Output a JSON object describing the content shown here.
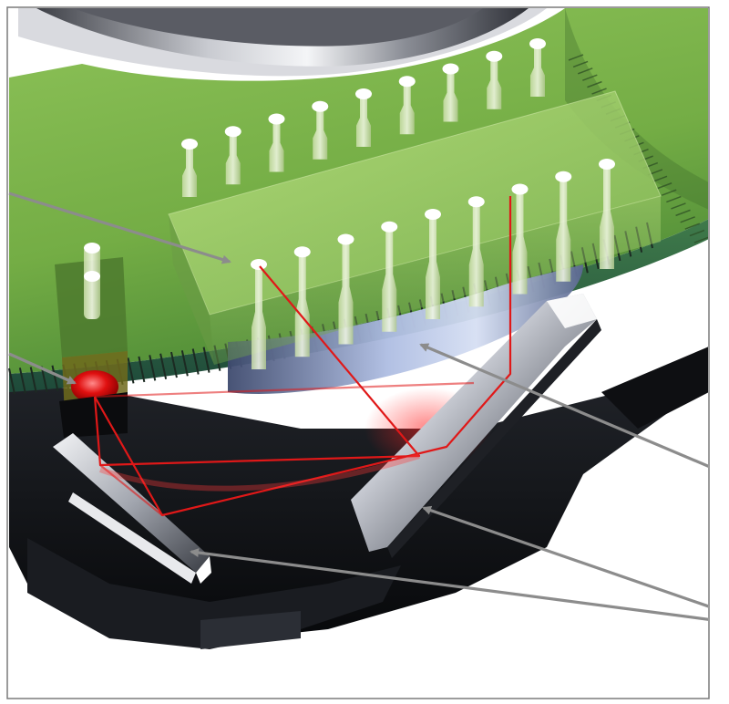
{
  "diagram": {
    "colors": {
      "board_green": "#7fb54a",
      "board_dark": "#4e8a34",
      "chip_green": "#9ccc6a",
      "laser_red": "#e01818",
      "base_black": "#121418",
      "glass_blue": "#9fb0d8",
      "arrow_gray": "#8c8c8c",
      "frame_gray": "#7a7a7a"
    },
    "callout_arrows": [
      {
        "target": "sensor-chip"
      },
      {
        "target": "laser-diode"
      },
      {
        "target": "lens"
      },
      {
        "target": "mirror-right"
      },
      {
        "target": "mirror-left"
      }
    ],
    "sensor_pin_count_back": 9,
    "sensor_pin_count_front": 9
  }
}
